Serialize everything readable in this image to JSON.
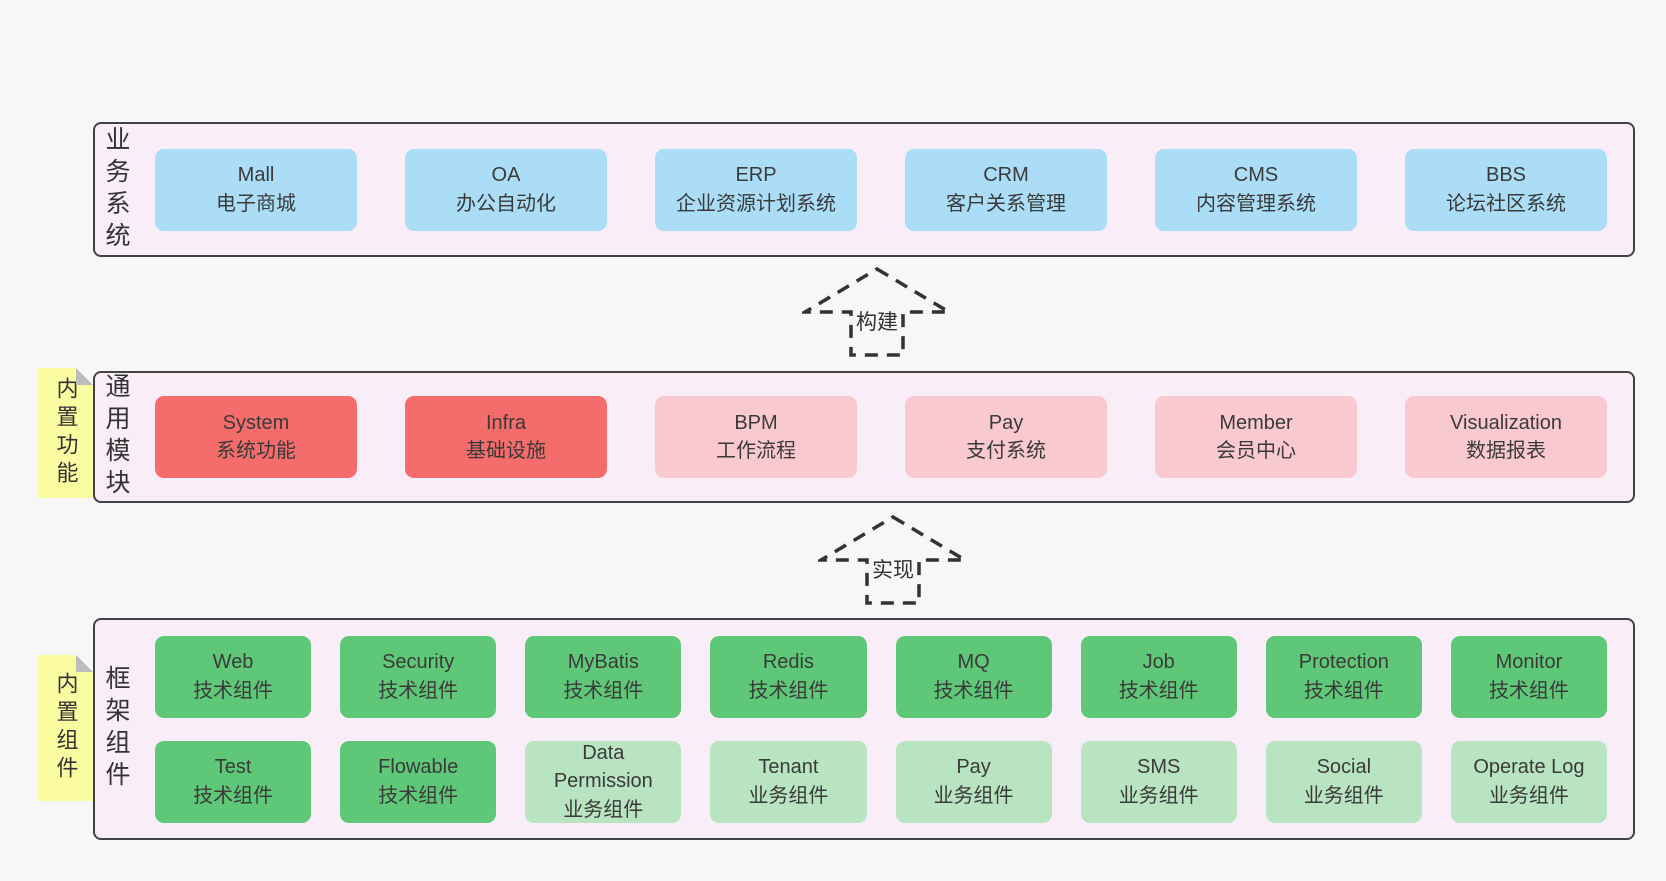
{
  "layers": [
    {
      "id": "business",
      "label": "业务系统",
      "boxes": [
        {
          "name": "Mall",
          "desc": "电子商城",
          "type": "blue"
        },
        {
          "name": "OA",
          "desc": "办公自动化",
          "type": "blue"
        },
        {
          "name": "ERP",
          "desc": "企业资源计划系统",
          "type": "blue"
        },
        {
          "name": "CRM",
          "desc": "客户关系管理",
          "type": "blue"
        },
        {
          "name": "CMS",
          "desc": "内容管理系统",
          "type": "blue"
        },
        {
          "name": "BBS",
          "desc": "论坛社区系统",
          "type": "blue"
        }
      ]
    },
    {
      "id": "modules",
      "label": "通用模块",
      "note": "内置功能",
      "boxes": [
        {
          "name": "System",
          "desc": "系统功能",
          "type": "red"
        },
        {
          "name": "Infra",
          "desc": "基础设施",
          "type": "red"
        },
        {
          "name": "BPM",
          "desc": "工作流程",
          "type": "pink"
        },
        {
          "name": "Pay",
          "desc": "支付系统",
          "type": "pink"
        },
        {
          "name": "Member",
          "desc": "会员中心",
          "type": "pink"
        },
        {
          "name": "Visualization",
          "desc": "数据报表",
          "type": "pink"
        }
      ]
    },
    {
      "id": "components",
      "label": "框架组件",
      "note": "内置组件",
      "rows": [
        [
          {
            "name": "Web",
            "desc": "技术组件",
            "type": "green"
          },
          {
            "name": "Security",
            "desc": "技术组件",
            "type": "green"
          },
          {
            "name": "MyBatis",
            "desc": "技术组件",
            "type": "green"
          },
          {
            "name": "Redis",
            "desc": "技术组件",
            "type": "green"
          },
          {
            "name": "MQ",
            "desc": "技术组件",
            "type": "green"
          },
          {
            "name": "Job",
            "desc": "技术组件",
            "type": "green"
          },
          {
            "name": "Protection",
            "desc": "技术组件",
            "type": "green"
          },
          {
            "name": "Monitor",
            "desc": "技术组件",
            "type": "green"
          }
        ],
        [
          {
            "name": "Test",
            "desc": "技术组件",
            "type": "green"
          },
          {
            "name": "Flowable",
            "desc": "技术组件",
            "type": "green"
          },
          {
            "name": "Data Permission",
            "desc": "业务组件",
            "type": "lightgreen"
          },
          {
            "name": "Tenant",
            "desc": "业务组件",
            "type": "lightgreen"
          },
          {
            "name": "Pay",
            "desc": "业务组件",
            "type": "lightgreen"
          },
          {
            "name": "SMS",
            "desc": "业务组件",
            "type": "lightgreen"
          },
          {
            "name": "Social",
            "desc": "业务组件",
            "type": "lightgreen"
          },
          {
            "name": "Operate Log",
            "desc": "业务组件",
            "type": "lightgreen"
          }
        ]
      ]
    }
  ],
  "arrows": [
    {
      "label": "构建"
    },
    {
      "label": "实现"
    }
  ],
  "colors": {
    "page_background": "#f7f7f7",
    "layer_background": "#f9eef7",
    "layer_border": "#434343",
    "blue_box": "#abdef6",
    "red_box": "#f56c6c",
    "pink_box": "#f9c9d0",
    "green_box": "#5fc878",
    "light_green_box": "#b9e4c2",
    "sticky_note": "#fbfba1",
    "note_fold": "#bdbdbd",
    "text": "#3a3a3a",
    "arrow_dash": "#333333"
  }
}
